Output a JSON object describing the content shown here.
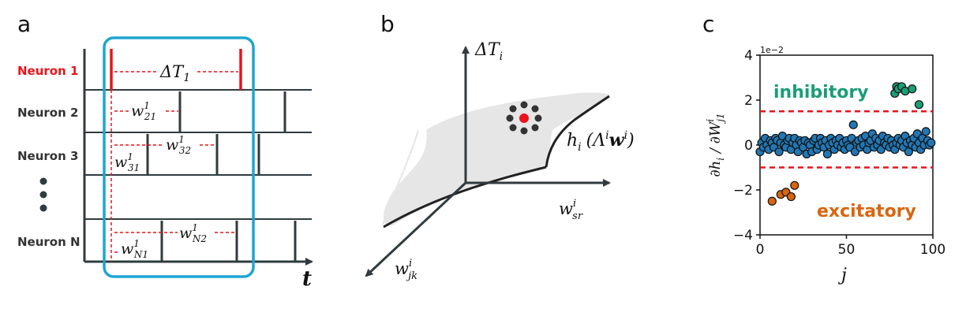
{
  "panel_labels": [
    "a",
    "b",
    "c"
  ],
  "panel_a": {
    "neurons": [
      "Neuron 1",
      "Neuron 2",
      "Neuron 3",
      "Neuron N"
    ],
    "interval_label": "ΔT",
    "interval_sub": "1",
    "weights": [
      {
        "base": "w",
        "sup": "1",
        "sub": "21"
      },
      {
        "base": "w",
        "sup": "1",
        "sub": "31"
      },
      {
        "base": "w",
        "sup": "1",
        "sub": "32"
      },
      {
        "base": "w",
        "sup": "1",
        "sub": "N1"
      },
      {
        "base": "w",
        "sup": "1",
        "sub": "N2"
      }
    ],
    "time_axis_label": "t",
    "colors": {
      "window": "#1ea5d1",
      "highlight": "#e8141c",
      "line": "#2f3b3f"
    }
  },
  "panel_b": {
    "axis_vertical": {
      "base": "ΔT",
      "sub": "i"
    },
    "axis_right": {
      "base": "w",
      "sup": "i",
      "sub": "sr"
    },
    "axis_left": {
      "base": "w",
      "sup": "i",
      "sub": "jk"
    },
    "surface_label": "h",
    "surface_sub": "i",
    "surface_arg": "(Λ",
    "surface_arg_sup": "i",
    "surface_w": "w",
    "surface_w_sup": "i",
    "surface_close": ")"
  },
  "chart_data": {
    "type": "scatter",
    "exponent_label": "1e−2",
    "ylabel": "∂h_i / ∂W_j1^i",
    "xlabel": "j",
    "xlim": [
      0,
      100
    ],
    "ylim": [
      -4,
      4
    ],
    "xticks": [
      "0",
      "50",
      "100"
    ],
    "yticks": [
      "4",
      "2",
      "0",
      "−2",
      "−4"
    ],
    "thresholds": [
      1.5,
      -1.0
    ],
    "annotations": [
      {
        "text": "inhibitory",
        "color": "#1a9e77"
      },
      {
        "text": "excitatory",
        "color": "#d9650f"
      }
    ],
    "series": [
      {
        "color": "#2177b4",
        "points": [
          [
            0,
            -0.3
          ],
          [
            1,
            0.1
          ],
          [
            2,
            -0.1
          ],
          [
            3,
            0.3
          ],
          [
            4,
            0.0
          ],
          [
            5,
            -0.2
          ],
          [
            6,
            0.2
          ],
          [
            7,
            0.1
          ],
          [
            8,
            -0.1
          ],
          [
            9,
            0.3
          ],
          [
            10,
            0.2
          ],
          [
            11,
            -0.3
          ],
          [
            12,
            0.1
          ],
          [
            13,
            0.4
          ],
          [
            14,
            0.0
          ],
          [
            15,
            -0.1
          ],
          [
            16,
            0.2
          ],
          [
            17,
            0.3
          ],
          [
            18,
            -0.2
          ],
          [
            19,
            0.1
          ],
          [
            20,
            0.3
          ],
          [
            21,
            0.0
          ],
          [
            22,
            -0.3
          ],
          [
            23,
            0.2
          ],
          [
            24,
            0.1
          ],
          [
            25,
            -0.1
          ],
          [
            26,
            0.2
          ],
          [
            27,
            -0.4
          ],
          [
            28,
            0.1
          ],
          [
            29,
            0.0
          ],
          [
            30,
            -0.3
          ],
          [
            31,
            0.2
          ],
          [
            32,
            0.3
          ],
          [
            33,
            -0.2
          ],
          [
            34,
            0.0
          ],
          [
            35,
            0.3
          ],
          [
            36,
            0.1
          ],
          [
            37,
            -0.1
          ],
          [
            38,
            0.2
          ],
          [
            39,
            -0.4
          ],
          [
            40,
            0.0
          ],
          [
            41,
            0.3
          ],
          [
            42,
            0.1
          ],
          [
            43,
            -0.2
          ],
          [
            44,
            0.2
          ],
          [
            45,
            0.0
          ],
          [
            46,
            0.3
          ],
          [
            47,
            -0.1
          ],
          [
            48,
            0.1
          ],
          [
            49,
            -0.2
          ],
          [
            50,
            0.2
          ],
          [
            51,
            0.0
          ],
          [
            52,
            -0.1
          ],
          [
            53,
            0.3
          ],
          [
            54,
            0.9
          ],
          [
            55,
            -0.3
          ],
          [
            56,
            0.1
          ],
          [
            57,
            0.2
          ],
          [
            58,
            -0.1
          ],
          [
            59,
            0.3
          ],
          [
            60,
            0.0
          ],
          [
            61,
            0.4
          ],
          [
            62,
            -0.2
          ],
          [
            63,
            0.1
          ],
          [
            64,
            0.2
          ],
          [
            65,
            0.5
          ],
          [
            66,
            -0.1
          ],
          [
            67,
            0.3
          ],
          [
            68,
            0.0
          ],
          [
            69,
            0.2
          ],
          [
            70,
            -0.2
          ],
          [
            71,
            0.4
          ],
          [
            72,
            0.1
          ],
          [
            73,
            0.0
          ],
          [
            74,
            0.3
          ],
          [
            75,
            -0.1
          ],
          [
            76,
            0.2
          ],
          [
            77,
            0.0
          ],
          [
            78,
            -0.2
          ],
          [
            79,
            0.1
          ],
          [
            80,
            0.3
          ],
          [
            81,
            0.0
          ],
          [
            82,
            0.2
          ],
          [
            83,
            -0.1
          ],
          [
            84,
            0.4
          ],
          [
            85,
            0.1
          ],
          [
            86,
            -0.3
          ],
          [
            87,
            0.2
          ],
          [
            88,
            0.0
          ],
          [
            89,
            0.3
          ],
          [
            90,
            -0.1
          ],
          [
            91,
            0.5
          ],
          [
            92,
            0.1
          ],
          [
            93,
            -0.2
          ],
          [
            94,
            0.3
          ],
          [
            95,
            0.0
          ],
          [
            96,
            0.6
          ],
          [
            97,
            0.2
          ],
          [
            98,
            0.0
          ],
          [
            99,
            0.1
          ]
        ]
      },
      {
        "color": "#1a9e77",
        "points": [
          [
            78,
            2.3
          ],
          [
            79,
            2.6
          ],
          [
            80,
            2.5
          ],
          [
            82,
            2.6
          ],
          [
            84,
            2.4
          ],
          [
            88,
            2.5
          ],
          [
            92,
            1.8
          ]
        ]
      },
      {
        "color": "#d9650f",
        "points": [
          [
            7,
            -2.5
          ],
          [
            12,
            -2.2
          ],
          [
            15,
            -2.1
          ],
          [
            18,
            -2.3
          ],
          [
            20,
            -1.8
          ]
        ]
      }
    ]
  }
}
